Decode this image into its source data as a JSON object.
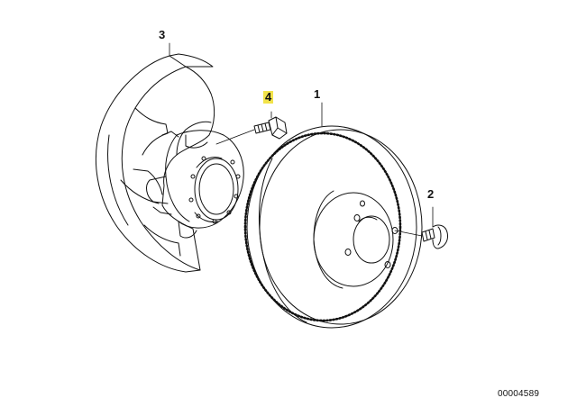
{
  "callouts": {
    "shield": "3",
    "bolt": "4",
    "disc": "1",
    "screw": "2"
  },
  "diagram_id": "00004589",
  "colors": {
    "line": "#111111",
    "highlight": "#f2e34a"
  }
}
